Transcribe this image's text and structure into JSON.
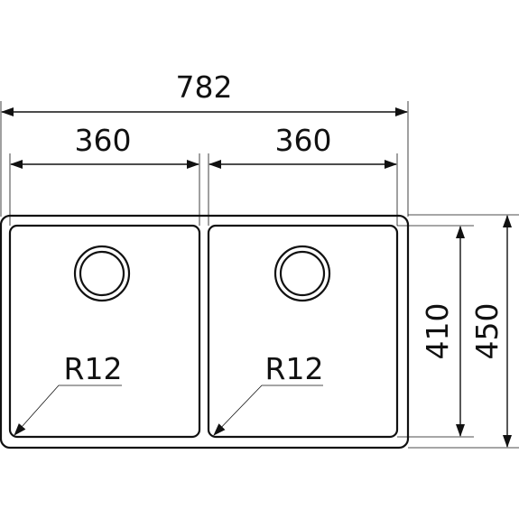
{
  "drawing": {
    "overall_width": "782",
    "bowl_left_width": "360",
    "bowl_right_width": "360",
    "inner_height": "410",
    "outer_height": "450",
    "radius_left": "R12",
    "radius_right": "R12"
  }
}
